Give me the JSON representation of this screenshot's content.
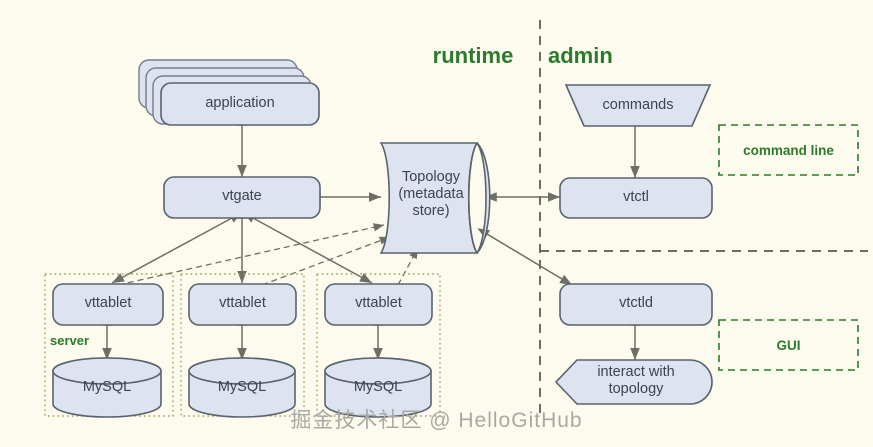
{
  "diagram": {
    "title_runtime": "runtime",
    "title_admin": "admin",
    "watermark": "掘金技术社区 @ HelloGitHub",
    "colors": {
      "background": "#fcfbee",
      "node_fill": "#dde3ef",
      "node_stroke": "#5b6370",
      "edge": "#6c6f63",
      "green_accent": "#2d7a2d",
      "group_border": "#a89a5a",
      "text": "#3c4450",
      "watermark": "#a9a9a3"
    }
  },
  "nodes": {
    "application": {
      "label": "application",
      "shape": "stacked-rounded-rect"
    },
    "vtgate": {
      "label": "vtgate",
      "shape": "rounded-rect"
    },
    "topology": {
      "label": "Topology\n(metadata\nstore)",
      "shape": "horizontal-cylinder"
    },
    "commands": {
      "label": "commands",
      "shape": "inverted-trapezoid"
    },
    "vtctl": {
      "label": "vtctl",
      "shape": "rounded-rect"
    },
    "vtctld": {
      "label": "vtctld",
      "shape": "rounded-rect"
    },
    "interact": {
      "label": "interact with\ntopology",
      "shape": "left-point-right-round"
    }
  },
  "servers": [
    {
      "tablet": "vttablet",
      "database": "MySQL",
      "group_label": "server"
    },
    {
      "tablet": "vttablet",
      "database": "MySQL",
      "group_label": ""
    },
    {
      "tablet": "vttablet",
      "database": "MySQL",
      "group_label": ""
    }
  ],
  "legends": [
    {
      "label": "command line"
    },
    {
      "label": "GUI"
    }
  ]
}
